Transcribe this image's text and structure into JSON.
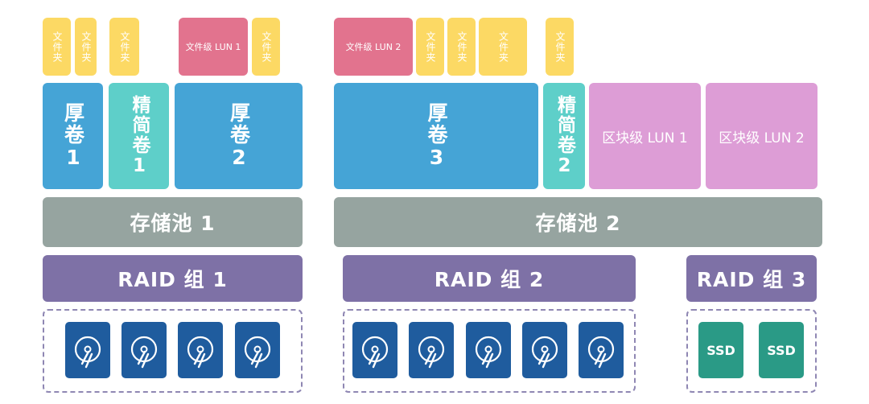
{
  "colors": {
    "folder": "#fcd964",
    "file_lun": "#e2738e",
    "thick_volume": "#45a4d6",
    "thin_volume": "#5ecfc9",
    "block_lun": "#dd9dd6",
    "storage_pool": "#96a4a0",
    "raid_group": "#7e71a6",
    "hdd": "#1f5c9e",
    "ssd": "#2a9a86"
  },
  "folders": {
    "label": "文件夹"
  },
  "file_luns": {
    "lun1": "文件级 LUN 1",
    "lun2": "文件级 LUN 2"
  },
  "volumes": {
    "thick1": "厚卷1",
    "thin1": "精简卷1",
    "thick2": "厚卷2",
    "thick3": "厚卷3",
    "thin2": "精简卷2"
  },
  "block_luns": {
    "lun1": "区块级 LUN 1",
    "lun2": "区块级 LUN 2"
  },
  "pools": {
    "pool1": "存储池 1",
    "pool2": "存储池 2"
  },
  "raid_groups": {
    "group1": "RAID 组 1",
    "group2": "RAID 组 2",
    "group3": "RAID 组 3"
  },
  "disks": {
    "hdd_icon": "hard-disk-icon",
    "ssd_label": "SSD"
  }
}
